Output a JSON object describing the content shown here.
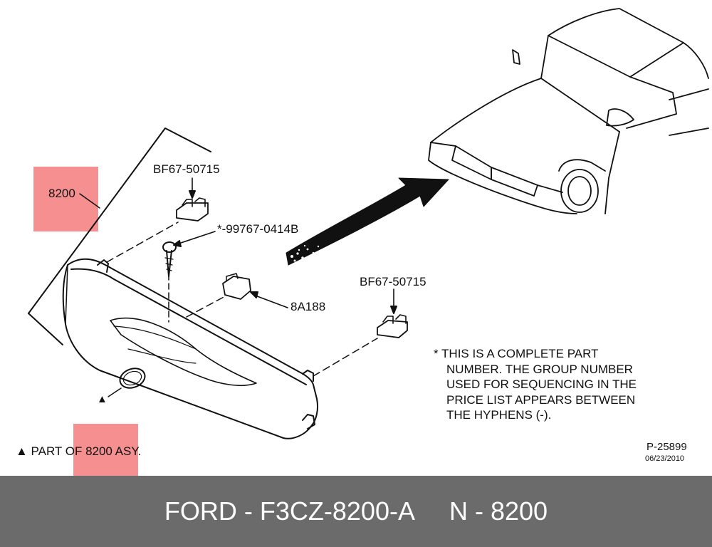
{
  "labels": {
    "part_8200": "8200",
    "bf_top": "BF67-50715",
    "screw": "*-99767-0414B",
    "clip_8a188": "8A188",
    "bf_right": "BF67-50715",
    "part_of_asy": "▲ PART OF 8200 ASY.",
    "triangle_marker": "▲"
  },
  "note": {
    "lines": [
      "* THIS IS A COMPLETE PART",
      "NUMBER. THE GROUP NUMBER",
      "USED FOR SEQUENCING IN THE",
      "PRICE LIST APPEARS BETWEEN",
      "THE HYPHENS (-)."
    ]
  },
  "ref": {
    "code": "P-25899",
    "date": "06/23/2010"
  },
  "footer": {
    "text": "FORD - F3CZ-8200-A     N - 8200"
  },
  "colors": {
    "highlight": "#f47b7b",
    "footer_bg": "#6b6b6b",
    "footer_text": "#ffffff"
  }
}
